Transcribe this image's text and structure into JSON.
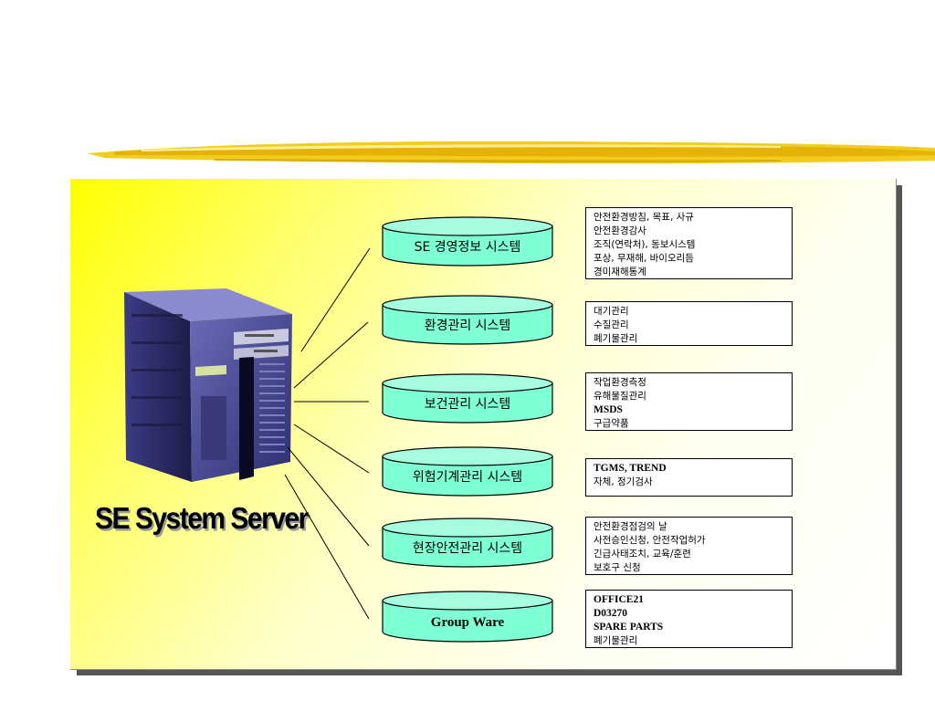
{
  "server": {
    "title": "SE System Server",
    "icon": "server-tower-icon"
  },
  "systems": [
    {
      "label": "SE 경영정보 시스템",
      "details": [
        "안전환경방침, 목표, 사규",
        "안전환경감사",
        "조직(연락처), 동보시스템",
        "포상, 무재해, 바이오리듬",
        "경미재해통계"
      ]
    },
    {
      "label": "환경관리 시스템",
      "details": [
        "대기관리",
        "수질관리",
        "폐기물관리"
      ]
    },
    {
      "label": "보건관리 시스템",
      "details": [
        "작업환경측정",
        "유해물질관리",
        "MSDS",
        "구급약품"
      ]
    },
    {
      "label": "위험기계관리 시스템",
      "details": [
        "TGMS, TREND",
        "자체, 정기검사"
      ]
    },
    {
      "label": "현장안전관리 시스템",
      "details": [
        "안전환경점검의 날",
        "사전승인신청, 안전작업허가",
        "긴급사태조치, 교육/훈련",
        "보호구 신청"
      ]
    },
    {
      "label": "Group Ware",
      "details": [
        "OFFICE21",
        "D03270",
        "SPARE PARTS",
        "폐기물관리"
      ]
    }
  ],
  "colors": {
    "cylinder_fill": "#7fffd4",
    "cylinder_top": "#9ffae0",
    "panel_yellow": "#ffff00",
    "shadow": "#555555"
  }
}
